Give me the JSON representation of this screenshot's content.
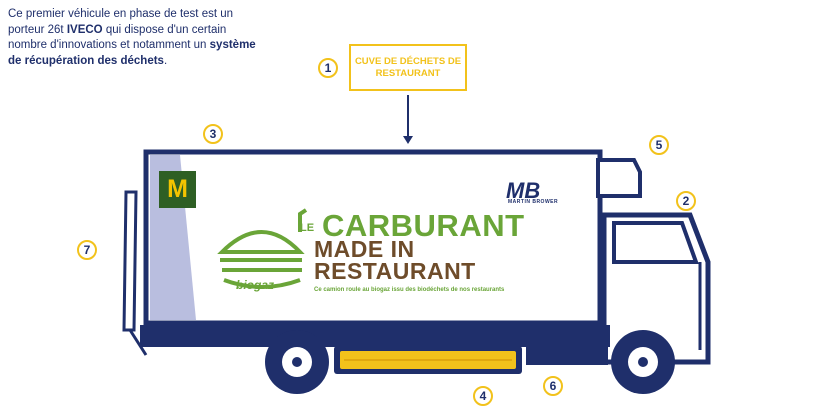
{
  "intro": {
    "line1": "Ce premier véhicule en phase de test est un porteur 26t ",
    "brand": "IVECO",
    "line2": " qui dispose d'un certain nombre d'innovations et notamment un ",
    "highlight": "système de récupération des déchets",
    "end": "."
  },
  "callouts": {
    "cuve_label": "CUVE DE DÉCHETS DE RESTAURANT",
    "n1": "1",
    "n2": "2",
    "n3": "3",
    "n4": "4",
    "n5": "5",
    "n6": "6",
    "n7": "7"
  },
  "truck_panel": {
    "le": "LE",
    "carburant": "CARBURANT",
    "made_in": "MADE IN",
    "restaurant": "RESTAURANT",
    "subtitle": "Ce camion roule au biogaz issu des biodéchets de nos restaurants",
    "biogaz": "biogaz",
    "mcd_logo": "M",
    "mb_logo": "MB",
    "mb_sub": "MARTIN BROWER"
  },
  "colors": {
    "navy": "#1f2f6b",
    "yellow": "#f2c21b",
    "green": "#6aa538",
    "brown": "#6e4c2a"
  }
}
